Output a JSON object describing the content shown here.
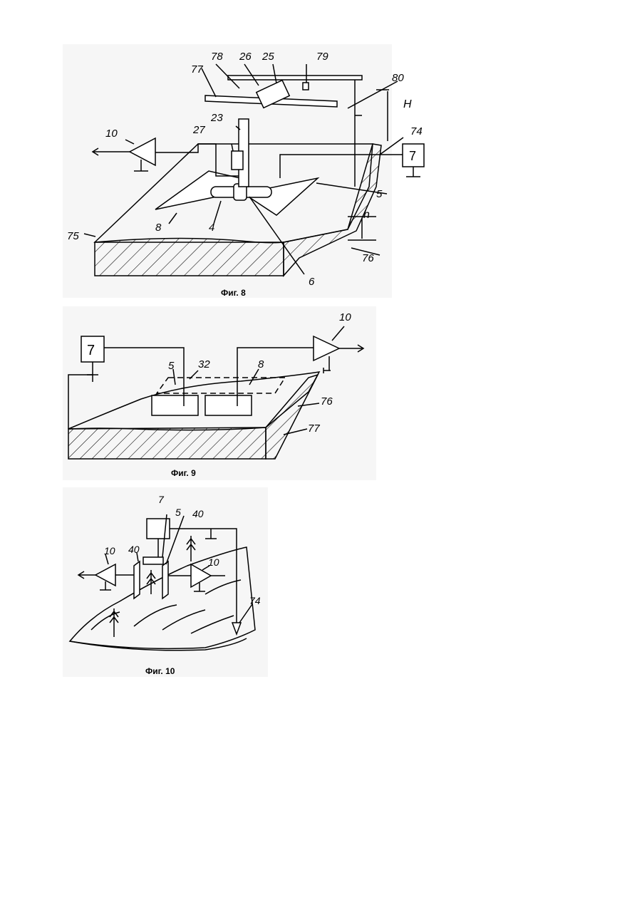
{
  "figures": [
    {
      "caption": "Фиг. 8",
      "labels": {
        "l78": "78",
        "l26": "26",
        "l25": "25",
        "l79": "79",
        "l77": "77",
        "l80": "80",
        "lH": "H",
        "l23": "23",
        "l74": "74",
        "l10": "10",
        "l27": "27",
        "l7": "7",
        "l5": "5",
        "l8": "8",
        "l4": "4",
        "lh": "h",
        "l75": "75",
        "l76": "76",
        "l6": "6"
      }
    },
    {
      "caption": "Фиг. 9",
      "labels": {
        "l7": "7",
        "l10": "10",
        "l5": "5",
        "l32": "32",
        "l8": "8",
        "l76": "76",
        "l77": "77"
      }
    },
    {
      "caption": "Фиг. 10",
      "labels": {
        "l7": "7",
        "l5": "5",
        "l40a": "40",
        "l40b": "40",
        "l10a": "10",
        "l10b": "10",
        "l74": "74"
      }
    }
  ]
}
